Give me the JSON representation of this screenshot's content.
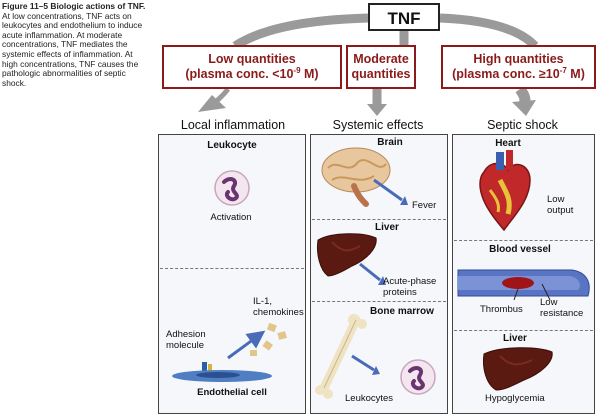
{
  "caption": {
    "title": "Figure 11–5   Biologic actions of TNF.",
    "body": "At low concentrations, TNF acts on leukocytes and endothelium to induce acute inflammation. At moderate concentrations, TNF mediates the systemic effects of inflammation. At high concentrations, TNF causes the pathologic abnormalities of septic shock."
  },
  "center": {
    "label": "TNF"
  },
  "quantities": {
    "low": {
      "line1": "Low quantities",
      "line2_prefix": "(plasma conc. <10",
      "exp": "-9",
      "line2_suffix": " M)"
    },
    "moderate": {
      "line1": "Moderate",
      "line2": "quantities"
    },
    "high": {
      "line1": "High quantities",
      "line2_prefix": "(plasma conc. ≥10",
      "exp": "-7",
      "line2_suffix": " M)"
    }
  },
  "columns": {
    "local": "Local inflammation",
    "systemic": "Systemic effects",
    "septic": "Septic shock"
  },
  "local_panel": {
    "leukocyte_title": "Leukocyte",
    "activation": "Activation",
    "il1_line1": "IL-1,",
    "il1_line2": "chemokines",
    "adhesion_line1": "Adhesion",
    "adhesion_line2": "molecule",
    "endothelial": "Endothelial cell"
  },
  "systemic_panel": {
    "brain_title": "Brain",
    "fever": "Fever",
    "liver_title": "Liver",
    "acute_line1": "Acute-phase",
    "acute_line2": "proteins",
    "marrow_title": "Bone marrow",
    "leukocytes": "Leukocytes"
  },
  "septic_panel": {
    "heart_title": "Heart",
    "low_output_line1": "Low",
    "low_output_line2": "output",
    "vessel_title": "Blood vessel",
    "thrombus": "Thrombus",
    "low_res_line1": "Low",
    "low_res_line2": "resistance",
    "liver_title": "Liver",
    "hypoglycemia": "Hypoglycemia"
  },
  "colors": {
    "accent_red": "#8b1a1a",
    "arrow_gray": "#9a9a9a",
    "arrow_blue": "#4a6cb8",
    "liver_brown": "#5a1a12",
    "panel_bg": "#f5f7fa"
  }
}
